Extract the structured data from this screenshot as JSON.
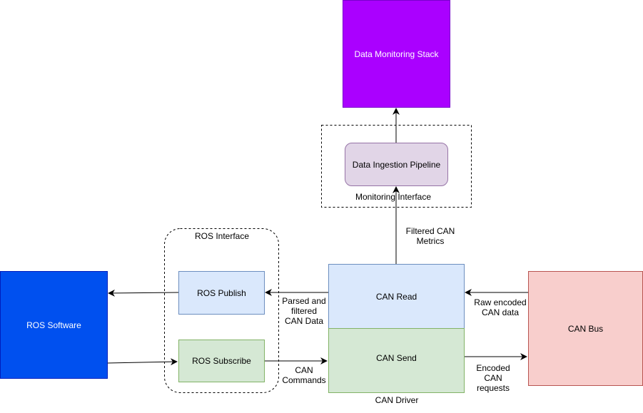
{
  "nodes": {
    "data_monitoring_stack": "Data Monitoring Stack",
    "data_ingestion_pipeline": "Data Ingestion Pipeline",
    "ros_software": "ROS Software",
    "ros_publish": "ROS Publish",
    "ros_subscribe": "ROS Subscribe",
    "can_read": "CAN Read",
    "can_send": "CAN Send",
    "can_bus": "CAN Bus"
  },
  "groups": {
    "monitoring_interface": "Monitoring Interface",
    "ros_interface": "ROS Interface",
    "can_driver": "CAN Driver"
  },
  "edges": {
    "filtered_can_metrics": "Filtered CAN\nMetrics",
    "parsed_filtered_can_data": "Parsed and\nfiltered\nCAN Data",
    "can_commands": "CAN\nCommands",
    "raw_encoded_can_data": "Raw encoded\nCAN data",
    "encoded_can_requests": "Encoded\nCAN\nrequests"
  },
  "colors": {
    "data_monitoring_stack": "#aa00ff",
    "data_ingestion_pipeline": "#e1d5e7",
    "ros_software": "#0050ef",
    "ros_publish": "#dae8fc",
    "ros_subscribe": "#d5e8d4",
    "can_read": "#dae8fc",
    "can_send": "#d5e8d4",
    "can_bus": "#f8cecc"
  }
}
